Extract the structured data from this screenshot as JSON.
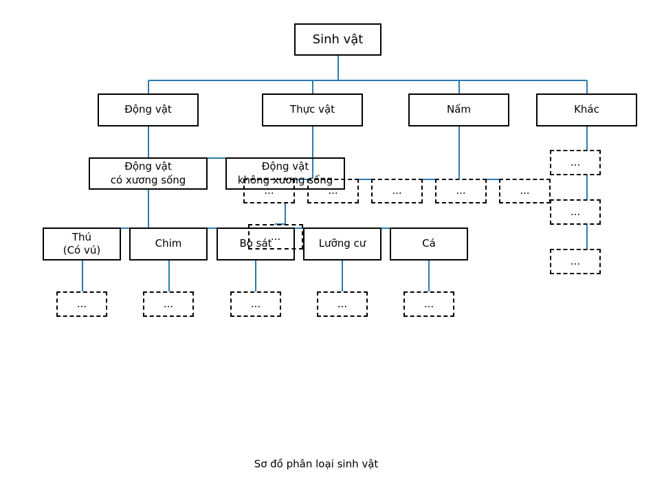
{
  "diagram": {
    "line_color": "#2a7ab0",
    "root": "Sinh vật",
    "kingdoms": {
      "animals": "Động vật",
      "plants": "Thực vật",
      "fungi": "Nấm",
      "other": "Khác"
    },
    "animal_groups": {
      "vertebrates": "Động vật\ncó xương sống",
      "invertebrates": "Động vật\nkhông xương sống"
    },
    "vertebrate_classes": {
      "mammals": "Thú\n(Có vú)",
      "birds": "Chim",
      "reptiles": "Bò sát",
      "amphibians": "Lưỡng cư",
      "fish": "Cá"
    },
    "placeholder": "..."
  },
  "caption": "Sơ đồ phân loại sinh vật"
}
